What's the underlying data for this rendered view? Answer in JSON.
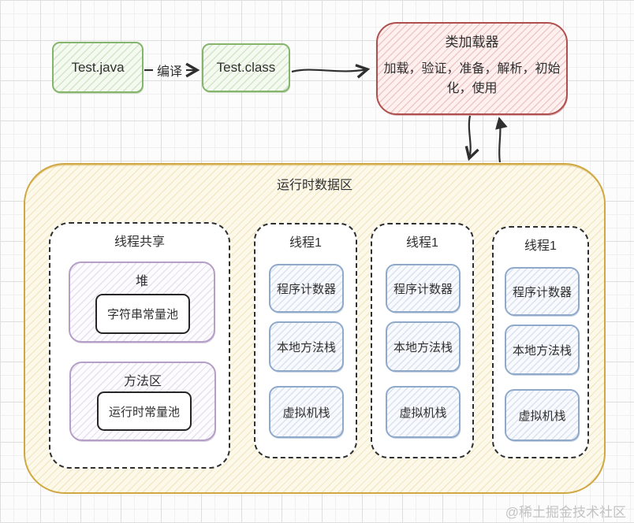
{
  "flow": {
    "source_label": "Test.java",
    "compile_label": "编译",
    "class_label": "Test.class"
  },
  "class_loader": {
    "title": "类加载器",
    "steps": "加载，验证，准备，解析，初始化，使用"
  },
  "runtime": {
    "title": "运行时数据区",
    "shared": {
      "title": "线程共享",
      "heap": {
        "title": "堆",
        "inner": "字符串常量池"
      },
      "method_area": {
        "title": "方法区",
        "inner": "运行时常量池"
      }
    },
    "threads": [
      {
        "title": "线程1",
        "items": [
          "程序计数器",
          "本地方法栈",
          "虚拟机栈"
        ]
      },
      {
        "title": "线程1",
        "items": [
          "程序计数器",
          "本地方法栈",
          "虚拟机栈"
        ]
      },
      {
        "title": "线程1",
        "items": [
          "程序计数器",
          "本地方法栈",
          "虚拟机栈"
        ]
      }
    ]
  },
  "watermark": "@稀土掘金技术社区",
  "icons": {
    "arrow_right": "arrow-right-icon",
    "arrow_down": "arrow-down-icon",
    "arrow_up": "arrow-up-icon"
  },
  "colors": {
    "green_border": "#85b46d",
    "red_border": "#b0504e",
    "gold_border": "#d0a843",
    "purple_border": "#b59fc7",
    "blue_border": "#8fa9ca",
    "ink": "#2f2f2f",
    "watermark": "#c3c3c3"
  }
}
